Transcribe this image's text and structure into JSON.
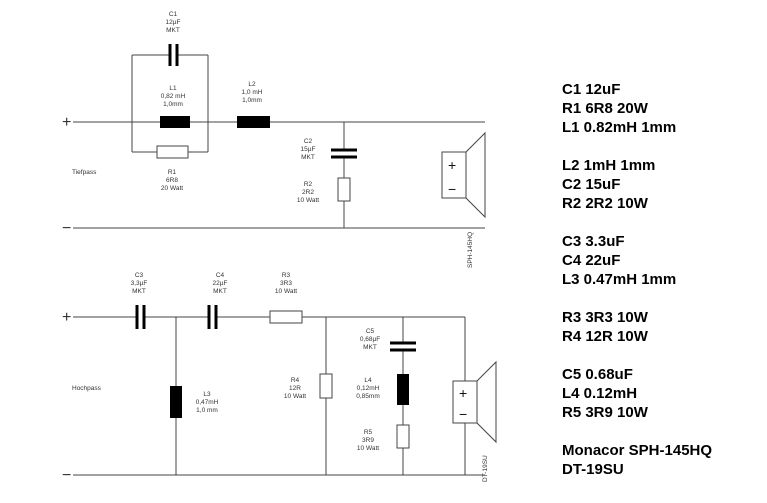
{
  "lowpass": {
    "section_label": "Tiefpass",
    "c1": {
      "name": "C1",
      "value": "12µF",
      "type": "MKT"
    },
    "l1": {
      "name": "L1",
      "value": "0,82 mH",
      "wire": "1,0mm"
    },
    "r1": {
      "name": "R1",
      "value": "6R8",
      "power": "20 Watt"
    },
    "l2": {
      "name": "L2",
      "value": "1,0 mH",
      "wire": "1,0mm"
    },
    "c2": {
      "name": "C2",
      "value": "15µF",
      "type": "MKT"
    },
    "r2": {
      "name": "R2",
      "value": "2R2",
      "power": "10 Watt"
    },
    "speaker": "SPH-145HQ"
  },
  "highpass": {
    "section_label": "Hochpass",
    "c3": {
      "name": "C3",
      "value": "3,3µF",
      "type": "MKT"
    },
    "c4": {
      "name": "C4",
      "value": "22µF",
      "type": "MKT"
    },
    "r3": {
      "name": "R3",
      "value": "3R3",
      "power": "10 Watt"
    },
    "l3": {
      "name": "L3",
      "value": "0,47mH",
      "wire": "1,0 mm"
    },
    "r4": {
      "name": "R4",
      "value": "12R",
      "power": "10 Watt"
    },
    "c5": {
      "name": "C5",
      "value": "0,68µF",
      "type": "MKT"
    },
    "l4": {
      "name": "L4",
      "value": "0,12mH",
      "wire": "0,85mm"
    },
    "r5": {
      "name": "R5",
      "value": "3R9",
      "power": "10 Watt"
    },
    "speaker": "DT-19SU"
  },
  "terminals": {
    "plus": "+",
    "minus": "−"
  },
  "parts_list": [
    [
      "C1 12uF",
      "R1 6R8 20W",
      "L1 0.82mH 1mm"
    ],
    [
      "L2 1mH 1mm",
      "C2 15uF",
      "R2 2R2 10W"
    ],
    [
      "C3 3.3uF",
      "C4 22uF",
      "L3 0.47mH 1mm"
    ],
    [
      "R3 3R3 10W",
      "R4 12R 10W"
    ],
    [
      "C5 0.68uF",
      "L4 0.12mH",
      "R5 3R9 10W"
    ],
    [
      "Monacor SPH-145HQ",
      "DT-19SU"
    ]
  ]
}
